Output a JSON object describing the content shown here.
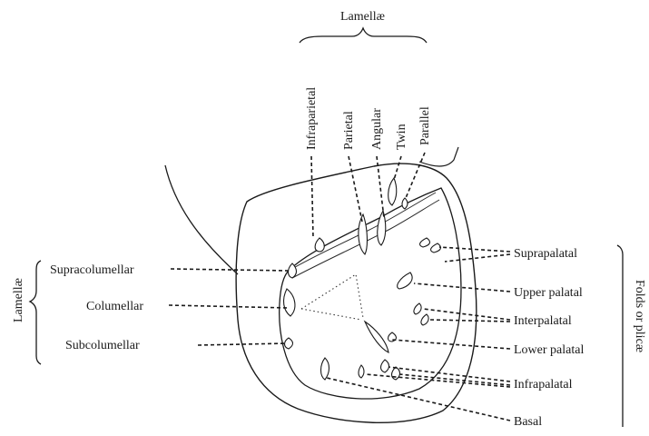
{
  "labels": {
    "lamellae_top": "Lamellæ",
    "infraparietal": "Infraparietal",
    "parietal": "Parietal",
    "angular": "Angular",
    "twin": "Twin",
    "parallel": "Parallel",
    "lamellae_left": "Lamellæ",
    "supracolumellar": "Supracolumellar",
    "columellar": "Columellar",
    "subcolumellar": "Subcolumellar",
    "suprapalatal": "Suprapalatal",
    "upper_palatal": "Upper palatal",
    "interpalatal": "Interpalatal",
    "lower_palatal": "Lower palatal",
    "infrapalatal": "Infrapalatal",
    "basal": "Basal",
    "folds_or_plicae": "Folds or plicæ"
  }
}
